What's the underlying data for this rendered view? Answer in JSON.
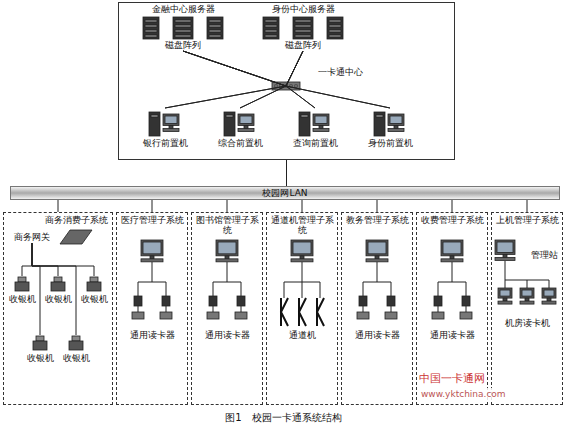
{
  "diagram": {
    "caption": "图1　校园一卡通系统结构",
    "nodes": [
      {
        "text": [
          "一卡通中心"
        ]
      },
      {
        "text": [
          "金融中心服务器",
          "磁盘阵列"
        ],
        "in": 0
      },
      {
        "text": [
          "身份中心服务器",
          "磁盘阵列"
        ],
        "in": 0
      },
      {
        "text": [
          "银行前置机"
        ],
        "in": 0
      },
      {
        "text": [
          "综合前置机"
        ],
        "in": 0
      },
      {
        "text": [
          "查询前置机"
        ],
        "in": 0
      },
      {
        "text": [
          "身份前置机"
        ],
        "in": 0
      },
      {
        "text": [
          "校园网LAN"
        ]
      },
      {
        "text": [
          "商务消费子系统"
        ]
      },
      {
        "text": [
          "商务网关"
        ],
        "in": 8
      },
      {
        "text": [
          "收银机"
        ],
        "in": 8
      },
      {
        "text": [
          "收银机"
        ],
        "in": 8
      },
      {
        "text": [
          "收银机"
        ],
        "in": 8
      },
      {
        "text": [
          "收银机"
        ],
        "in": 8
      },
      {
        "text": [
          "收银机"
        ],
        "in": 8
      },
      {
        "text": [
          "医疗管理子系统"
        ]
      },
      {
        "text": [
          "通用读卡器"
        ],
        "in": 15
      },
      {
        "text": [
          "图书馆管理子系统"
        ]
      },
      {
        "text": [
          "通用读卡器"
        ],
        "in": 17
      },
      {
        "text": [
          "通道机管理子系统"
        ]
      },
      {
        "text": [
          "通道机"
        ],
        "in": 19
      },
      {
        "text": [
          "教务管理子系统"
        ]
      },
      {
        "text": [
          "通用读卡器"
        ],
        "in": 21
      },
      {
        "text": [
          "收费管理子系统"
        ]
      },
      {
        "text": [
          "通用读卡器"
        ],
        "in": 23
      },
      {
        "text": [
          "上机管理子系统"
        ]
      },
      {
        "text": [
          "管理站"
        ],
        "in": 25
      },
      {
        "text": [
          "机房读卡机"
        ],
        "in": 25
      }
    ],
    "edges": [
      {
        "from": 1,
        "to": 3,
        "arrow": "none"
      },
      {
        "from": 1,
        "to": 4,
        "arrow": "none"
      },
      {
        "from": 1,
        "to": 5,
        "arrow": "none"
      },
      {
        "from": 1,
        "to": 6,
        "arrow": "none"
      },
      {
        "from": 2,
        "to": 3,
        "arrow": "none"
      },
      {
        "from": 2,
        "to": 4,
        "arrow": "none"
      },
      {
        "from": 2,
        "to": 5,
        "arrow": "none"
      },
      {
        "from": 2,
        "to": 6,
        "arrow": "none"
      },
      {
        "from": 0,
        "to": 7,
        "arrow": "none"
      },
      {
        "from": 8,
        "to": 7,
        "arrow": "none"
      },
      {
        "from": 15,
        "to": 7,
        "arrow": "none"
      },
      {
        "from": 17,
        "to": 7,
        "arrow": "none"
      },
      {
        "from": 19,
        "to": 7,
        "arrow": "none"
      },
      {
        "from": 21,
        "to": 7,
        "arrow": "none"
      },
      {
        "from": 23,
        "to": 7,
        "arrow": "none"
      },
      {
        "from": 25,
        "to": 7,
        "arrow": "none"
      },
      {
        "from": 9,
        "to": 10,
        "arrow": "none"
      },
      {
        "from": 9,
        "to": 11,
        "arrow": "none"
      },
      {
        "from": 9,
        "to": 12,
        "arrow": "none"
      },
      {
        "from": 9,
        "to": 13,
        "arrow": "none"
      },
      {
        "from": 9,
        "to": 14,
        "arrow": "none"
      }
    ],
    "labels": [
      "中国一卡通网",
      "www.yktchina.com"
    ]
  }
}
